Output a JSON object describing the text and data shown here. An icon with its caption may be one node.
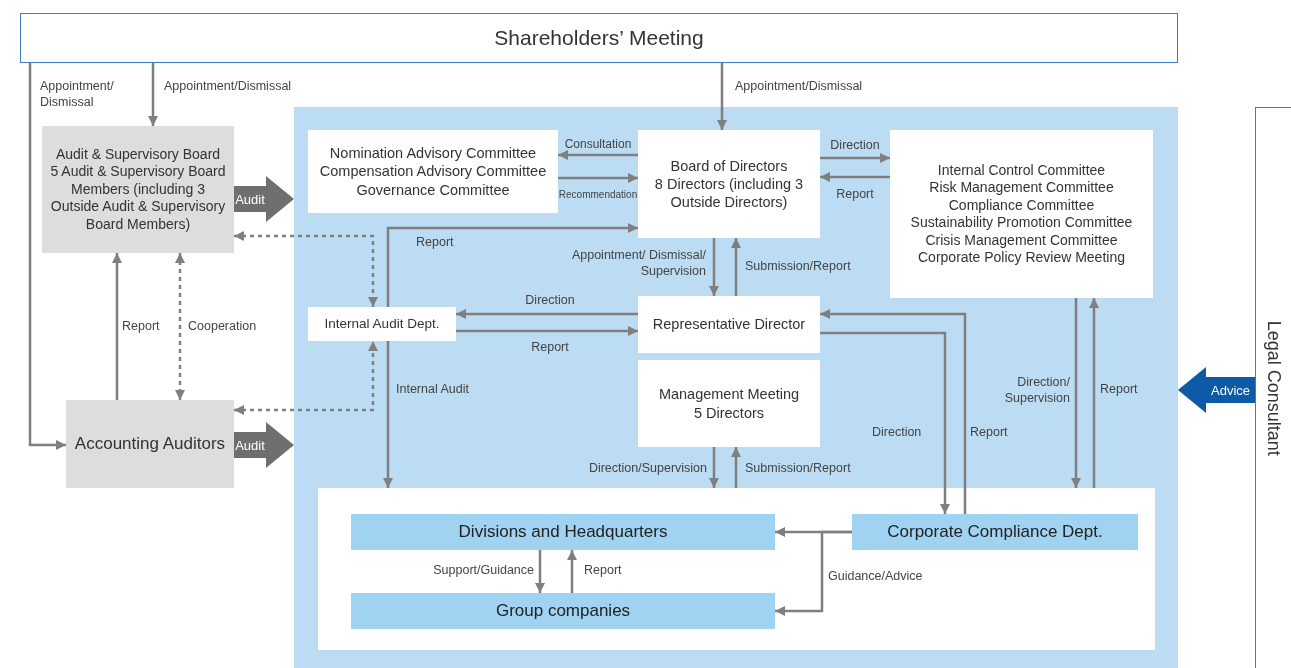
{
  "diagram": {
    "nodes": [
      {
        "text": [
          "Shareholders’ Meeting"
        ]
      },
      {
        "text": [
          "Audit & Supervisory Board",
          "5 Audit & Supervisory Board Members (including 3 Outside Audit & Supervisory Board Members)"
        ]
      },
      {
        "text": [
          "Accounting Auditors"
        ]
      },
      {
        "text": [],
        "shape": "box"
      },
      {
        "text": [
          "Nomination Advisory Committee",
          "Compensation Advisory Committee",
          "Governance Committee"
        ],
        "in": 3
      },
      {
        "text": [
          "Board of Directors",
          "8 Directors (including 3 Outside Directors)"
        ],
        "in": 3
      },
      {
        "text": [
          "Internal Control Committee",
          "Risk Management Committee",
          "Compliance Committee",
          "Sustainability Promotion Committee",
          "Crisis Management Committee",
          "Corporate Policy Review Meeting"
        ],
        "in": 3
      },
      {
        "text": [
          "Internal Audit Dept."
        ],
        "in": 3
      },
      {
        "text": [
          "Representative Director"
        ],
        "in": 3
      },
      {
        "text": [
          "Management Meeting",
          "5 Directors"
        ],
        "in": 3
      },
      {
        "text": [],
        "shape": "box",
        "in": 3
      },
      {
        "text": [
          "Divisions and Headquarters"
        ],
        "in": 10
      },
      {
        "text": [
          "Group companies"
        ],
        "in": 10
      },
      {
        "text": [
          "Corporate Compliance Dept."
        ],
        "in": 10
      },
      {
        "text": [
          "Legal Consultant"
        ]
      }
    ],
    "edges": [
      {
        "from": 0,
        "to": 1,
        "arrow": "to",
        "label": "Appointment/Dismissal"
      },
      {
        "from": 0,
        "to": 2,
        "arrow": "to",
        "label": "Appointment/ Dismissal"
      },
      {
        "from": 0,
        "to": 5,
        "arrow": "to",
        "label": "Appointment/Dismissal"
      },
      {
        "from": 1,
        "to": 3,
        "arrow": "to",
        "label": "Audit",
        "style": "thick"
      },
      {
        "from": 2,
        "to": 3,
        "arrow": "to",
        "label": "Audit",
        "style": "thick"
      },
      {
        "from": 14,
        "to": 3,
        "arrow": "to",
        "label": "Advice",
        "style": "thick",
        "color": "#0d5aa7"
      },
      {
        "from": 5,
        "to": 4,
        "arrow": "to",
        "label": "Consultation"
      },
      {
        "from": 4,
        "to": 5,
        "arrow": "to",
        "label": "Recommendation"
      },
      {
        "from": 5,
        "to": 6,
        "arrow": "to",
        "label": "Direction"
      },
      {
        "from": 6,
        "to": 5,
        "arrow": "to",
        "label": "Report"
      },
      {
        "from": 7,
        "to": 5,
        "arrow": "to",
        "label": "Report"
      },
      {
        "from": 7,
        "to": 10,
        "arrow": "to",
        "label": "Internal Audit"
      },
      {
        "from": 1,
        "to": 7,
        "arrow": "both",
        "style": "dashed"
      },
      {
        "from": 2,
        "to": 7,
        "arrow": "both",
        "style": "dashed"
      },
      {
        "from": 2,
        "to": 1,
        "arrow": "to",
        "label": "Report"
      },
      {
        "from": 1,
        "to": 2,
        "arrow": "both",
        "label": "Cooperation",
        "style": "dashed"
      },
      {
        "from": 5,
        "to": 8,
        "arrow": "to",
        "label": "Appointment/ Dismissal/ Supervision"
      },
      {
        "from": 8,
        "to": 5,
        "arrow": "to",
        "label": "Submission/Report"
      },
      {
        "from": 8,
        "to": 7,
        "arrow": "to",
        "label": "Direction"
      },
      {
        "from": 7,
        "to": 8,
        "arrow": "to",
        "label": "Report"
      },
      {
        "from": 9,
        "to": 10,
        "arrow": "to",
        "label": "Direction/Supervision"
      },
      {
        "from": 10,
        "to": 9,
        "arrow": "to",
        "label": "Submission/Report"
      },
      {
        "from": 8,
        "to": 13,
        "arrow": "to",
        "label": "Direction"
      },
      {
        "from": 13,
        "to": 8,
        "arrow": "to",
        "label": "Report"
      },
      {
        "from": 6,
        "to": 10,
        "arrow": "to",
        "label": "Direction/ Supervision"
      },
      {
        "from": 10,
        "to": 6,
        "arrow": "to",
        "label": "Report"
      },
      {
        "from": 13,
        "to": 11,
        "arrow": "to"
      },
      {
        "from": 13,
        "to": 12,
        "arrow": "to",
        "label": "Guidance/Advice"
      },
      {
        "from": 11,
        "to": 12,
        "arrow": "to",
        "label": "Support/Guidance"
      },
      {
        "from": 12,
        "to": 11,
        "arrow": "to",
        "label": "Report"
      }
    ]
  }
}
